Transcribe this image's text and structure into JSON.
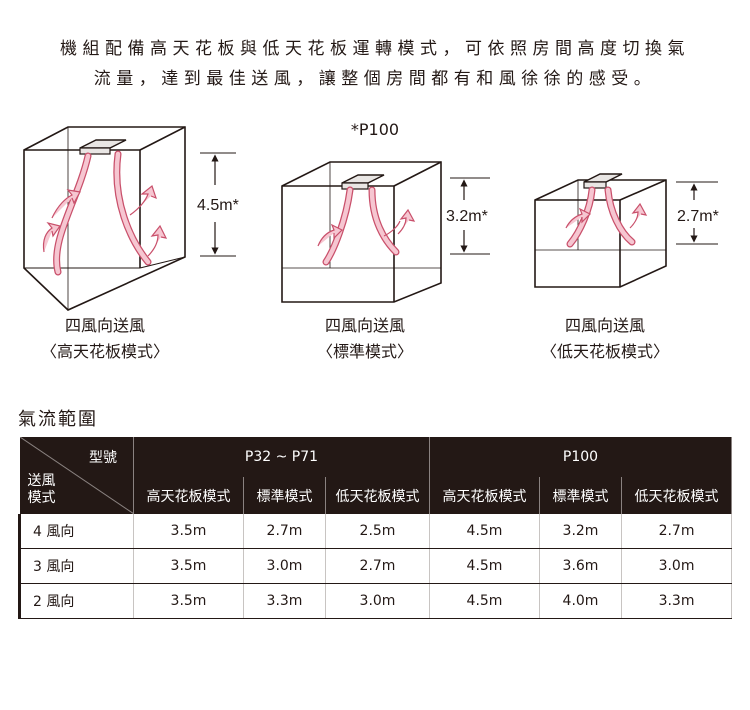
{
  "intro": {
    "line1": "機組配備高天花板與低天花板運轉模式，可依照房間高度切換氣",
    "line2": "流量，達到最佳送風，讓整個房間都有和風徐徐的感受。"
  },
  "model_tag": "*P100",
  "figures": [
    {
      "height_label": "4.5m*",
      "caption_line1": "四風向送風",
      "caption_line2": "〈高天花板模式〉"
    },
    {
      "height_label": "3.2m*",
      "caption_line1": "四風向送風",
      "caption_line2": "〈標準模式〉"
    },
    {
      "height_label": "2.7m*",
      "caption_line1": "四風向送風",
      "caption_line2": "〈低天花板模式〉"
    }
  ],
  "section_title": "氣流範圍",
  "table": {
    "corner_top": "型號",
    "corner_bottom_line1": "送風",
    "corner_bottom_line2": "模式",
    "groups": [
      "P32 ~ P71",
      "P100"
    ],
    "modes": [
      "高天花板模式",
      "標準模式",
      "低天花板模式",
      "高天花板模式",
      "標準模式",
      "低天花板模式"
    ],
    "rows": [
      {
        "label": "4 風向",
        "values": [
          "3.5m",
          "2.7m",
          "2.5m",
          "4.5m",
          "3.2m",
          "2.7m"
        ]
      },
      {
        "label": "3 風向",
        "values": [
          "3.5m",
          "3.0m",
          "2.7m",
          "4.5m",
          "3.6m",
          "3.0m"
        ]
      },
      {
        "label": "2 風向",
        "values": [
          "3.5m",
          "3.3m",
          "3.0m",
          "4.5m",
          "4.0m",
          "3.3m"
        ]
      }
    ]
  },
  "colors": {
    "arrow_fill": "#f6c6d1",
    "arrow_stroke": "#c9506b",
    "dark": "#231815"
  }
}
